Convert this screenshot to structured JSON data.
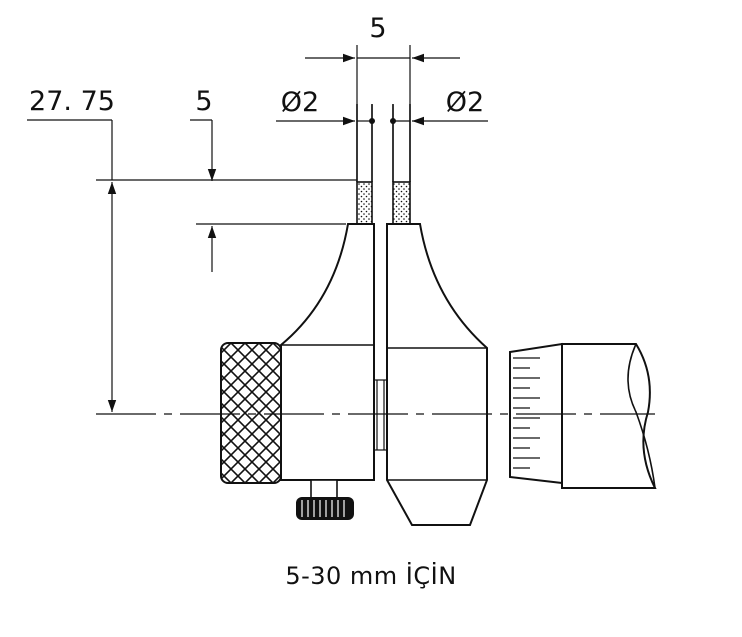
{
  "dimensions": {
    "depth": "27. 75",
    "step": "5",
    "gap": "5",
    "diameter_left": "Ø2",
    "diameter_right": "Ø2"
  },
  "caption": "5-30 mm İÇİN"
}
